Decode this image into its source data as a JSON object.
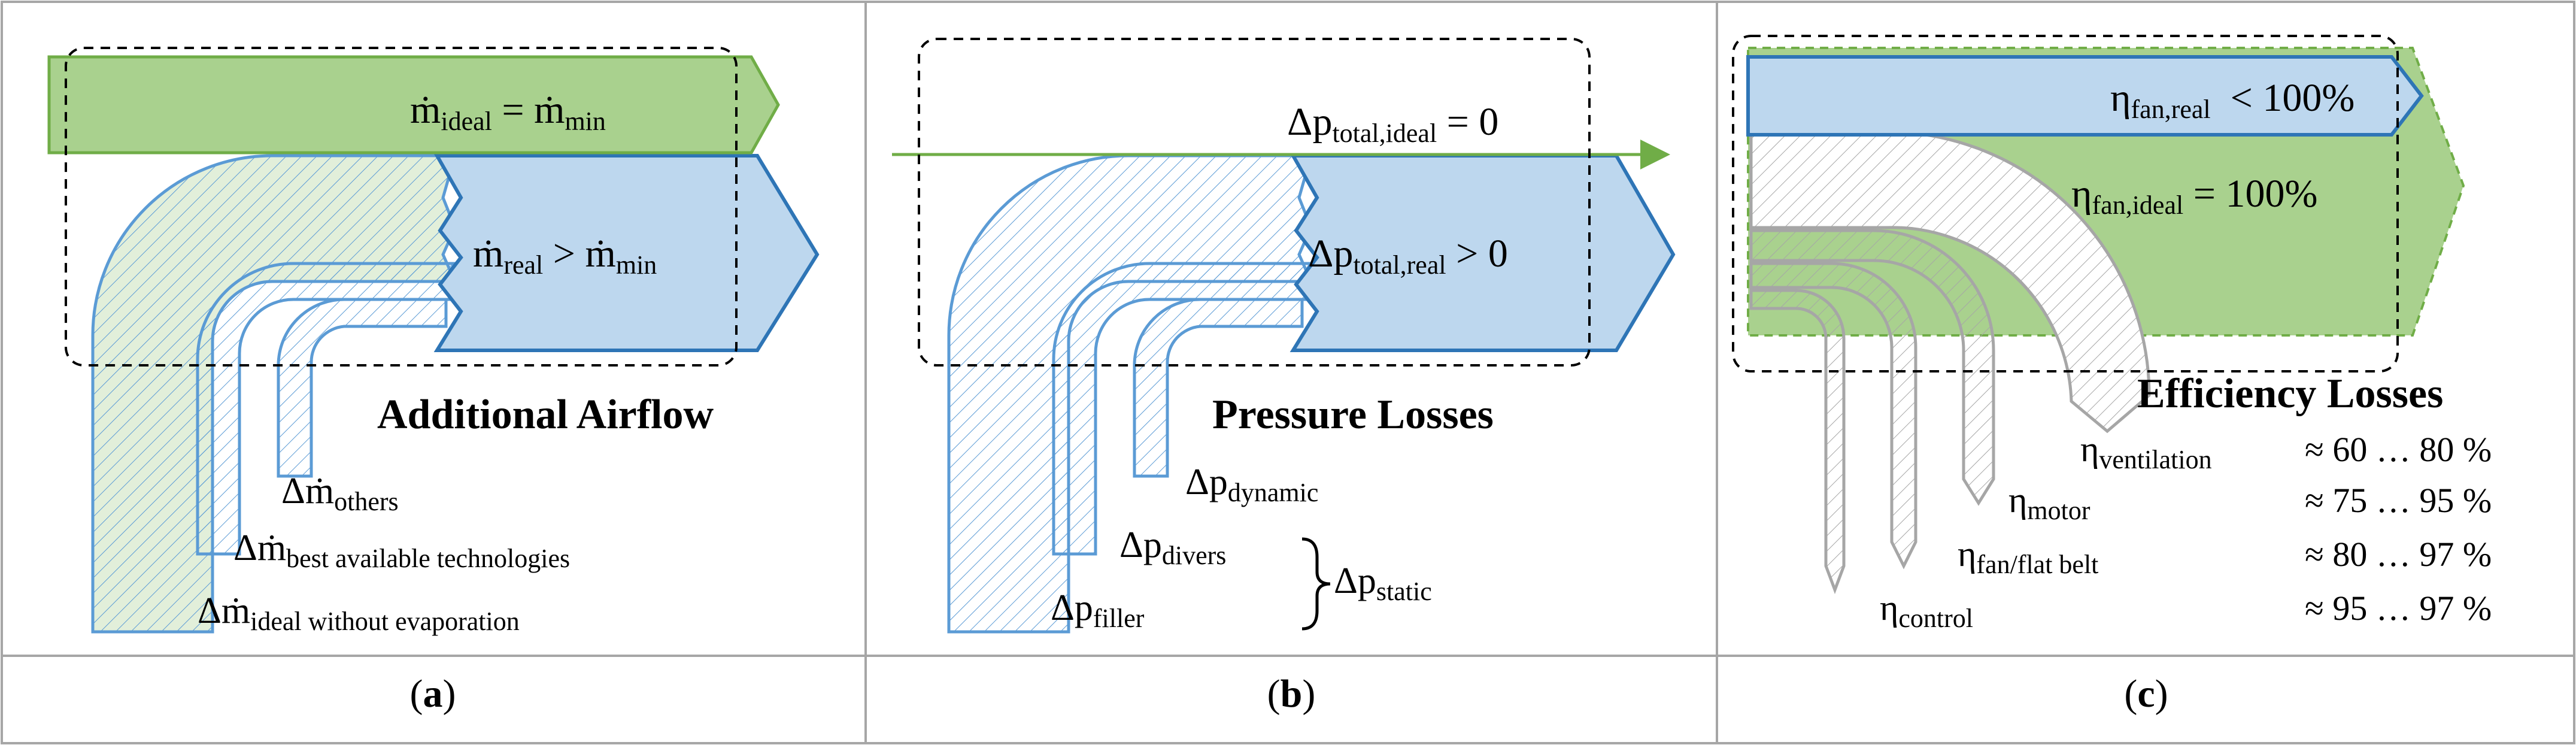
{
  "colors": {
    "green_fill": "#a9d18e",
    "green_dark": "#70ad47",
    "blue_fill": "#bdd7ee",
    "blue_stroke": "#2e75b6",
    "blue_hatch": "#5b9bd5",
    "gray_stroke": "#a6a6a6",
    "panel_border": "#a6a6a6",
    "text": "#000000"
  },
  "panel_a": {
    "caption": "a",
    "top_label": {
      "base": "ṁ",
      "sub": "ideal",
      "eq": " = ",
      "base2": "ṁ",
      "sub2": "min"
    },
    "real_label": {
      "base": "ṁ",
      "sub": "real",
      "rel": " > ",
      "base2": "ṁ",
      "sub2": "min"
    },
    "title": "Additional Airflow",
    "losses": [
      {
        "base": "Δṁ",
        "sub": "others"
      },
      {
        "base": "Δṁ",
        "sub": "best available technologies"
      },
      {
        "base": "Δṁ",
        "sub": "ideal without evaporation"
      }
    ]
  },
  "panel_b": {
    "caption": "b",
    "ideal_label": {
      "base": "Δp",
      "sub": "total,ideal",
      "tail": " = 0"
    },
    "real_label": {
      "base": "Δp",
      "sub": "total,real",
      "tail": " > 0"
    },
    "title": "Pressure Losses",
    "losses": [
      {
        "base": "Δp",
        "sub": "dynamic"
      },
      {
        "base": "Δp",
        "sub": "divers"
      },
      {
        "base": "Δp",
        "sub": "filler"
      }
    ],
    "static_label": {
      "base": "Δp",
      "sub": "static"
    }
  },
  "panel_c": {
    "caption": "c",
    "real_label": {
      "base": "η",
      "sub": "fan,real",
      "tail": "  < 100%"
    },
    "ideal_label": {
      "base": "η",
      "sub": "fan,ideal",
      "tail": " = 100%"
    },
    "title": "Efficiency Losses",
    "losses": [
      {
        "base": "η",
        "sub": "ventilation",
        "range": "≈ 60 … 80 %"
      },
      {
        "base": "η",
        "sub": "motor",
        "range": "≈ 75 … 95 %"
      },
      {
        "base": "η",
        "sub": "fan/flat belt",
        "range": "≈ 80 … 97 %"
      },
      {
        "base": "η",
        "sub": "control",
        "range": "≈ 95 … 97 %"
      }
    ]
  }
}
